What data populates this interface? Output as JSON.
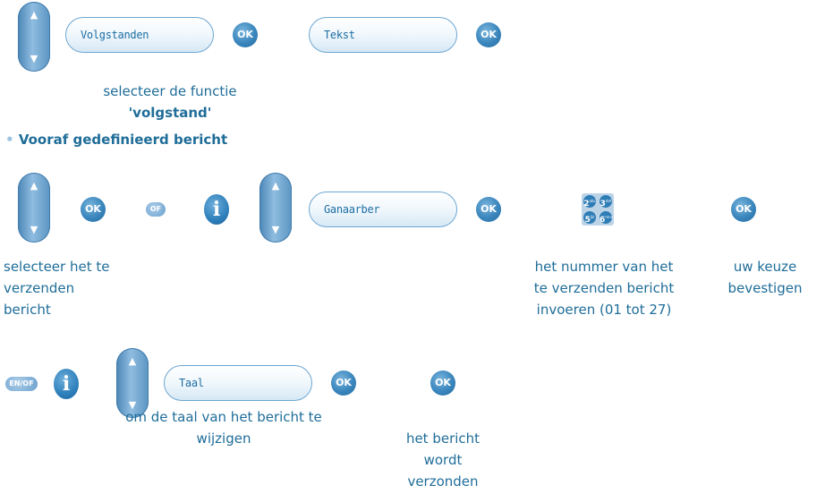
{
  "row1": {
    "field1": "Volgstanden",
    "field2": "Tekst",
    "ok": "OK",
    "caption_line1": "selecteer de functie",
    "caption_line2": "'volgstand'"
  },
  "section_heading": {
    "bullet": "•",
    "text": "Vooraf gedefinieerd bericht"
  },
  "row2": {
    "ok": "OK",
    "of_label": "OF",
    "info_icon": "i",
    "field": "Ganaarber",
    "keypad_keys": [
      {
        "digit": "2",
        "letters": "abc"
      },
      {
        "digit": "3",
        "letters": "def"
      },
      {
        "digit": "5",
        "letters": "jkl"
      },
      {
        "digit": "6",
        "letters": "mno"
      }
    ],
    "caption_left": [
      "selecteer het te",
      "verzenden",
      "bericht"
    ],
    "caption_mid": [
      "het nummer van het",
      "te verzenden bericht",
      "invoeren (01 tot 27)"
    ],
    "caption_right": [
      "uw keuze",
      "bevestigen"
    ]
  },
  "row3": {
    "en_of_label": "EN/OF",
    "info_icon": "i",
    "field": "Taal",
    "ok": "OK",
    "caption_left": [
      "om de taal van het bericht te",
      "wijzigen"
    ],
    "caption_right": [
      "het bericht",
      "wordt",
      "verzonden"
    ]
  },
  "colors": {
    "text": "#1f6d99",
    "key_blue": "#2d7fbb",
    "field_border": "#6da6d1"
  }
}
